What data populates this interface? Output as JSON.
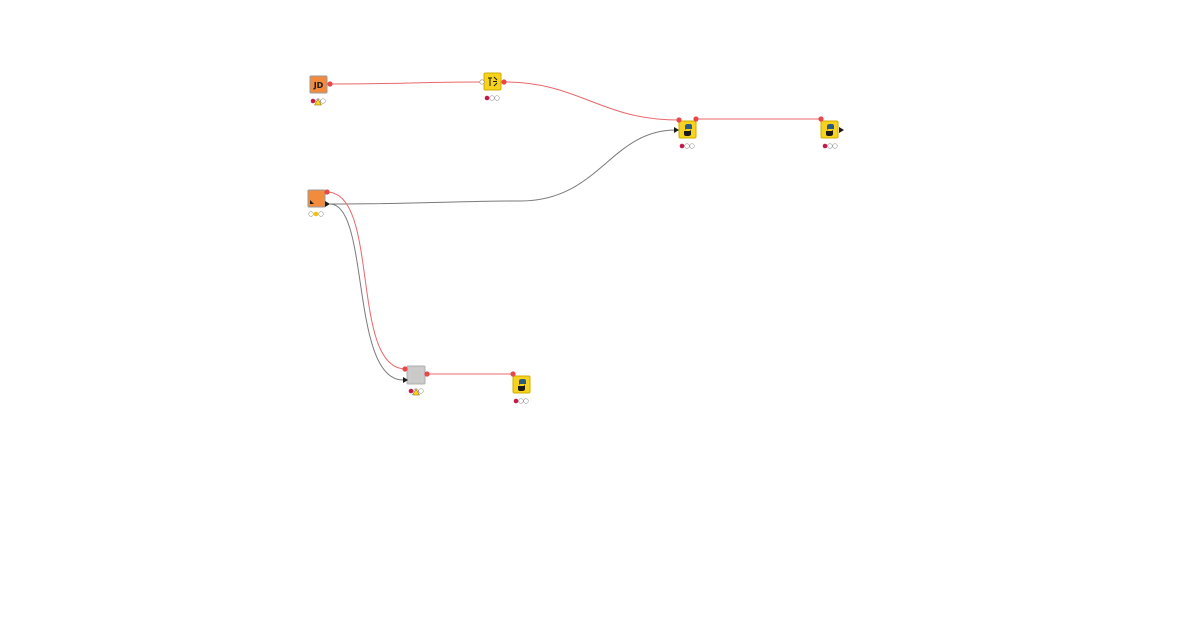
{
  "colors": {
    "canvas_bg": "#ffffff",
    "data_connection": "#e8686a",
    "flow_connection": "#7a7a7a",
    "data_port": "#e8484a",
    "flow_port": "#1a1a1a",
    "node_yellow": "#f7d31d",
    "node_orange": "#f28c3c",
    "node_orange_border": "#9a9a9a",
    "node_gray": "#c9c9c9",
    "status_red": "#c6194b",
    "status_yellow": "#f2c200",
    "status_idle": "#ffffff",
    "warning_yellow": "#ffd21f"
  },
  "nodes": [
    {
      "id": "node-1",
      "kind": "source",
      "icon": "json-reader-icon",
      "status": "red",
      "warning": true,
      "label": "JD"
    },
    {
      "id": "node-2",
      "kind": "manipulator",
      "icon": "column-filter-icon",
      "status": "red",
      "warning": false
    },
    {
      "id": "node-3",
      "kind": "python",
      "icon": "python-script-icon",
      "status": "red",
      "warning": false
    },
    {
      "id": "node-4",
      "kind": "python",
      "icon": "python-script-icon",
      "status": "red",
      "warning": false
    },
    {
      "id": "node-5",
      "kind": "source",
      "icon": "table-creator-icon",
      "status": "yellow",
      "warning": false
    },
    {
      "id": "node-6",
      "kind": "metanode",
      "icon": "component-icon",
      "status": "red",
      "warning": true
    },
    {
      "id": "node-7",
      "kind": "python",
      "icon": "python-script-icon",
      "status": "red",
      "warning": false
    }
  ],
  "connections": [
    {
      "from": "node-1",
      "to": "node-2",
      "type": "data"
    },
    {
      "from": "node-2",
      "to": "node-3",
      "type": "data"
    },
    {
      "from": "node-5",
      "to": "node-3",
      "type": "flow"
    },
    {
      "from": "node-3",
      "to": "node-4",
      "type": "data"
    },
    {
      "from": "node-5",
      "to": "node-6",
      "type": "data"
    },
    {
      "from": "node-5",
      "to": "node-6",
      "type": "flow"
    },
    {
      "from": "node-6",
      "to": "node-7",
      "type": "data"
    }
  ]
}
